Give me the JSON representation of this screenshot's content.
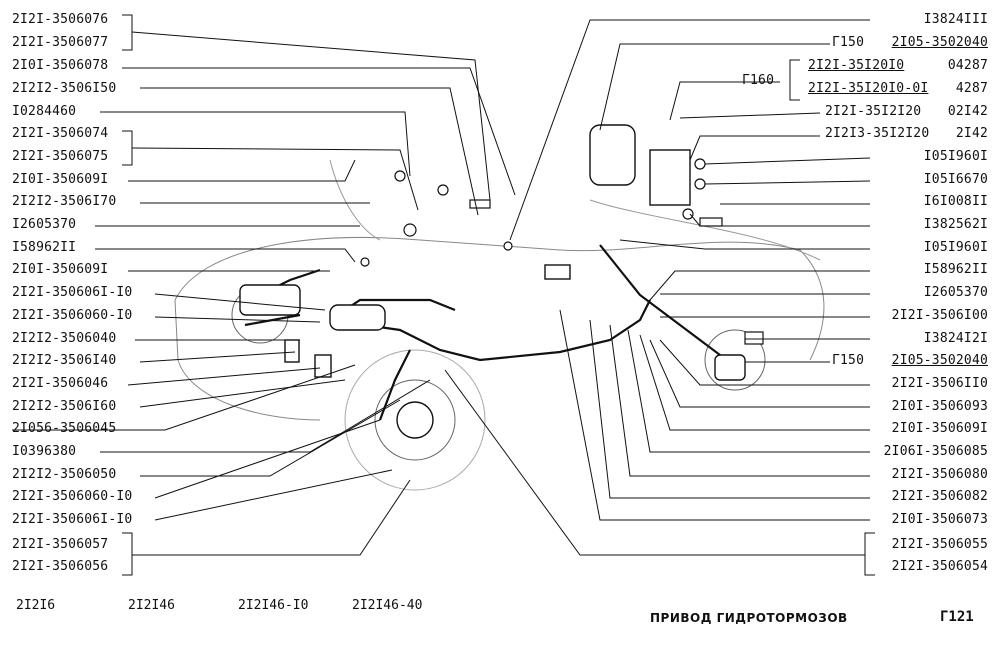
{
  "left_labels": [
    "2I2I-3506076",
    "2I2I-3506077",
    "2I0I-3506078",
    "2I2I2-3506I50",
    "I0284460",
    "2I2I-3506074",
    "2I2I-3506075",
    "2I0I-350609I",
    "2I2I2-3506I70",
    "I2605370",
    "I58962II",
    "2I0I-350609I",
    "2I2I-350606I-I0",
    "2I2I-3506060-I0",
    "2I2I2-3506040",
    "2I2I2-3506I40",
    "2I2I-3506046",
    "2I2I2-3506I60",
    "2I056-3506045",
    "I0396380",
    "2I2I2-3506050",
    "2I2I-3506060-I0",
    "2I2I-350606I-I0",
    "2I2I-3506057",
    "2I2I-3506056"
  ],
  "right_labels": [
    "I3824III",
    "Г150",
    "2I05-3502040",
    "Г160",
    "2I2I-35I20I0",
    "04287",
    "2I2I-35I20I0-0I",
    "4287",
    "2I2I-35I2I20",
    "02I42",
    "2I2I3-35I2I20",
    "2I42",
    "I05I960I",
    "I05I6670",
    "I6I008II",
    "I382562I",
    "I05I960I",
    "I58962II",
    "I2605370",
    "2I2I-3506I00",
    "I3824I2I",
    "Г150",
    "2I05-3502040",
    "2I2I-3506II0",
    "2I0I-3506093",
    "2I0I-350609I",
    "2I06I-3506085",
    "2I2I-3506080",
    "2I2I-3506082",
    "2I0I-3506073",
    "2I2I-3506055",
    "2I2I-3506054"
  ],
  "models": [
    "2I2I6",
    "2I2I46",
    "2I2I46-I0",
    "2I2I46-40"
  ],
  "title": "ПРИВОД ГИДРОТОРМОЗОВ",
  "page_number": "Г121"
}
